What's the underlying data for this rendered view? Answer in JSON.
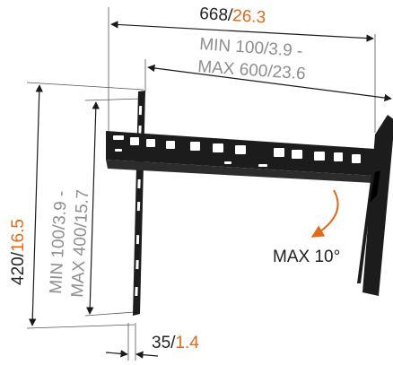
{
  "dimensions": {
    "width_total": {
      "metric": "668",
      "sep": "/",
      "imperial": "26.3"
    },
    "vesa_width_min": "MIN 100/3.9 -",
    "vesa_width_max": "MAX 600/23.6",
    "height_total": {
      "metric": "420",
      "sep": "/",
      "imperial": "16.5"
    },
    "vesa_height_min": "MIN 100/3.9 -",
    "vesa_height_max": "MAX 400/15.7",
    "depth": {
      "metric": "35",
      "sep": "/",
      "imperial": "1.4"
    },
    "tilt": "MAX 10°"
  },
  "colors": {
    "accent": "#e06a1b",
    "text": "#222222",
    "muted": "#8e8e8e",
    "metal": "#1c1c1c"
  }
}
